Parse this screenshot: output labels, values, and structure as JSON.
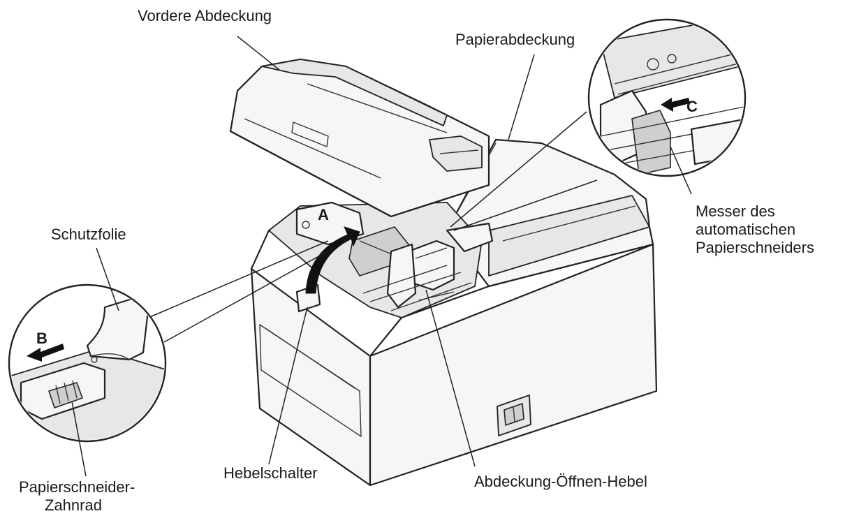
{
  "labels": {
    "front_cover": "Vordere Abdeckung",
    "paper_cover": "Papierabdeckung",
    "protective_film": "Schutzfolie",
    "cutter_blade_line1": "Messer des",
    "cutter_blade_line2": "automatischen",
    "cutter_blade_line3": "Papierschneiders",
    "cutter_gear_line1": "Papierschneider-",
    "cutter_gear_line2": "Zahnrad",
    "lever_switch": "Hebelschalter",
    "cover_open_lever": "Abdeckung-Öffnen-Hebel"
  },
  "markers": {
    "a": "A",
    "b": "B",
    "c": "C"
  }
}
